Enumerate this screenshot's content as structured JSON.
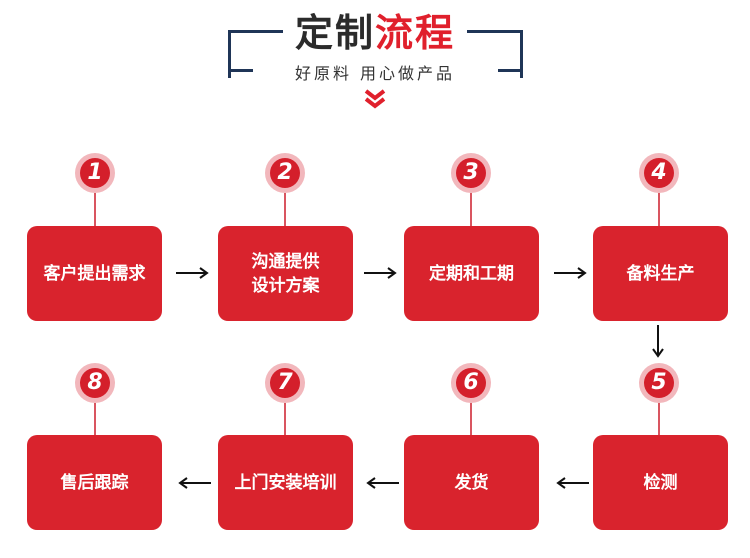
{
  "header": {
    "title_dark": "定制",
    "title_red": "流程",
    "subtitle": "好原料  用心做产品",
    "chevron_icon": "double-chevron-down-icon"
  },
  "colors": {
    "accent": "#d9232d",
    "title_red": "#e0202c",
    "bracket": "#1f3557",
    "number_ring": "#f2b7bc"
  },
  "steps": [
    {
      "number": "1",
      "label": "客户提出需求"
    },
    {
      "number": "2",
      "label": "沟通提供\n设计方案"
    },
    {
      "number": "3",
      "label": "定期和工期"
    },
    {
      "number": "4",
      "label": "备料生产"
    },
    {
      "number": "5",
      "label": "检测"
    },
    {
      "number": "6",
      "label": "发货"
    },
    {
      "number": "7",
      "label": "上门安装培训"
    },
    {
      "number": "8",
      "label": "售后跟踪"
    }
  ]
}
